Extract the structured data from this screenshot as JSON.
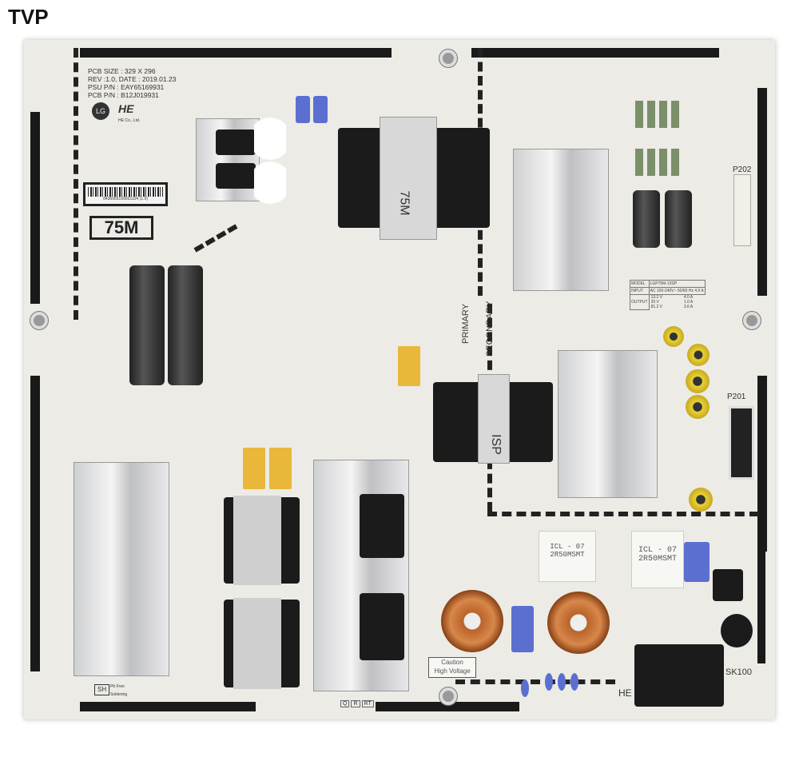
{
  "corner_label": "TVP",
  "pcb_info": [
    "PCB SIZE : 329 X 296",
    "REV :1.0, DATE : 2019.01.23",
    "PSU P/N : EAY65169931",
    "PCB P/N : B12J019931"
  ],
  "logos": {
    "lg": "LG",
    "he": "HE",
    "he_sub": "HE Co., Ltd."
  },
  "barcode_number": "8436065169931104 (1.0)",
  "model_badge": "75M",
  "transformer_main_label": "75M",
  "transformer_isp_label": "ISP",
  "isolation": {
    "primary": "PRIMARY",
    "secondary": "SECONDARY"
  },
  "connectors": {
    "p202": "P202",
    "p201": "P201",
    "sk100": "SK100"
  },
  "rating_table": {
    "model_label": "MODEL",
    "model_value": "LGP75M-19SP",
    "input_label": "INPUT",
    "input_value": "AC 100-240V~ 50/60 Hz 4.0 A",
    "output_label": "OUTPUT",
    "outputs": [
      [
        "13.2 V",
        "4.0 A"
      ],
      [
        "20 V",
        "1.0 A"
      ],
      [
        "81.2 V",
        "3.6 A"
      ]
    ]
  },
  "icl_label": [
    "ICL - 07",
    "2R50MSMT"
  ],
  "caution": [
    "Caution",
    "High Voltage"
  ],
  "marks": {
    "sh": "SH",
    "he": "HE",
    "pb_free": "Pb Free Soldering"
  },
  "bottom_codes": [
    "Q",
    "R",
    "RT"
  ],
  "colors": {
    "board": "#ecebe6",
    "silk": "#1a1a1a",
    "film_cap": "#5b6fd1",
    "x_cap": "#e9b73a",
    "copper": "#b8632a"
  }
}
